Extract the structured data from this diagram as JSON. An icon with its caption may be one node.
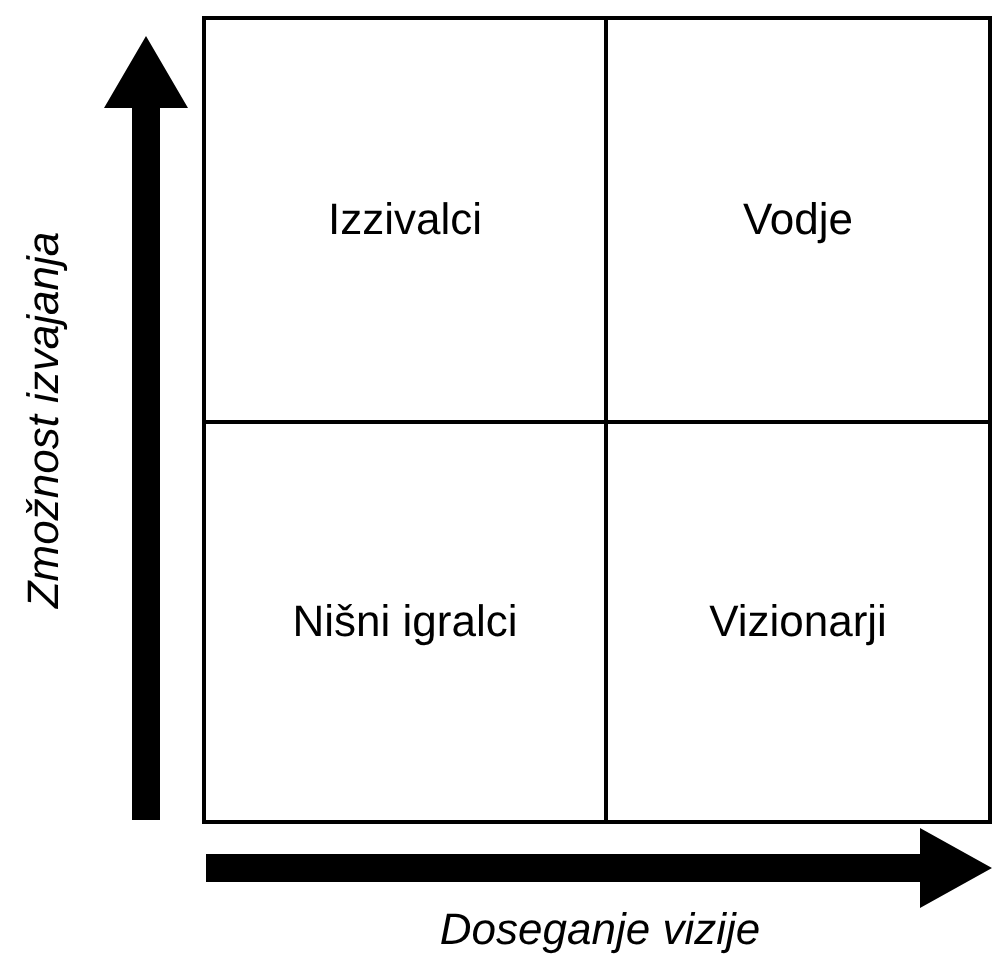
{
  "diagram": {
    "nodes": [
      {
        "text": [
          "Izzivalci"
        ]
      },
      {
        "text": [
          "Vodje"
        ]
      },
      {
        "text": [
          "Nišni igralci"
        ]
      },
      {
        "text": [
          "Vizionarji"
        ]
      }
    ],
    "edges": [],
    "labels": [
      "Zmožnost izvajanja",
      "Doseganje vizije"
    ]
  }
}
